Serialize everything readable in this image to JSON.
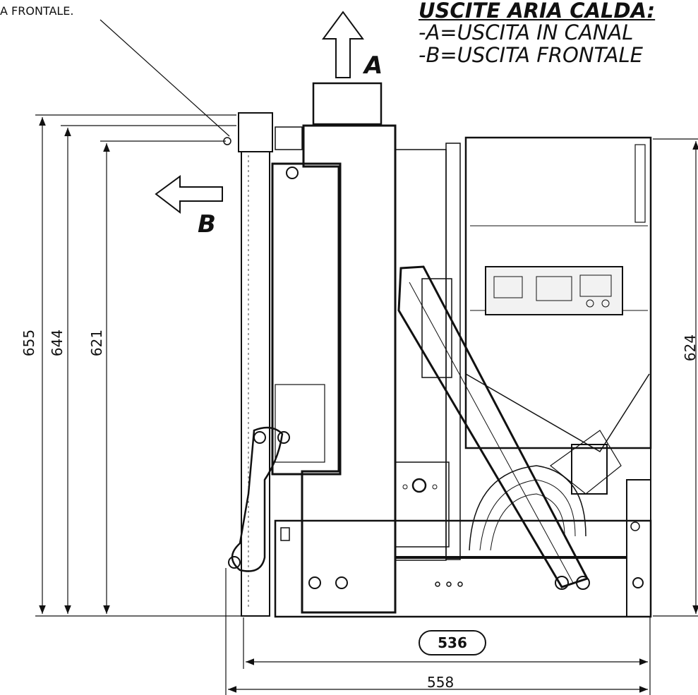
{
  "legend": {
    "title": "USCITE ARIA CALDA:",
    "line_a": "-A=USCITA IN CANAL",
    "line_b": "-B=USCITA FRONTALE"
  },
  "top_note": "A FRONTALE.",
  "arrows": {
    "a_label": "A",
    "b_label": "B"
  },
  "dimensions": {
    "height_outer": "655",
    "height_mid": "644",
    "height_inner": "621",
    "height_right": "624",
    "width_inner": "536",
    "width_outer": "558"
  }
}
